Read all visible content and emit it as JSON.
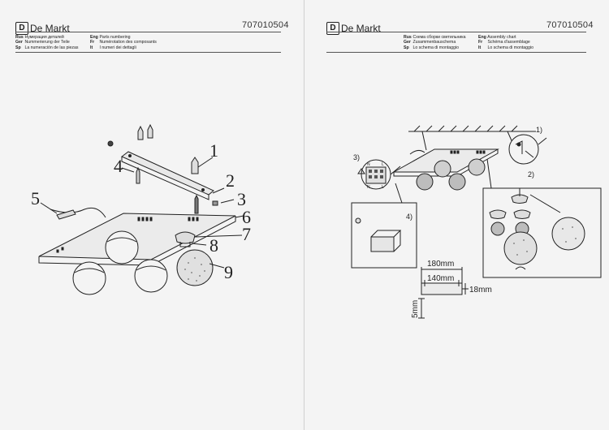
{
  "left": {
    "brand": "De Markt",
    "logo_glyph": "D",
    "code": "707010504",
    "captions": [
      {
        "lang": "Rus",
        "text": "Нумерация деталей"
      },
      {
        "lang": "Eng",
        "text": "Parts numbering"
      },
      {
        "lang": "Ger",
        "text": "Nummerierung der Teile"
      },
      {
        "lang": "Fr",
        "text": "Numérotation des composants"
      },
      {
        "lang": "Sp",
        "text": "La numeración de las piezas"
      },
      {
        "lang": "It",
        "text": "I numeri dei dettagli"
      }
    ],
    "callouts": [
      "1",
      "2",
      "3",
      "4",
      "5",
      "6",
      "7",
      "8",
      "9"
    ]
  },
  "right": {
    "brand": "De Markt",
    "logo_glyph": "D",
    "code": "707010504",
    "captions": [
      {
        "lang": "Rus",
        "text": "Схема сборки светильника"
      },
      {
        "lang": "Eng",
        "text": "Assembly chart"
      },
      {
        "lang": "Ger",
        "text": "Zusammenbauschema"
      },
      {
        "lang": "Fr",
        "text": "Schéma d'assemblage"
      },
      {
        "lang": "Sp",
        "text": "Lo schema di montaggio"
      },
      {
        "lang": "It",
        "text": "Lo schema di montaggio"
      }
    ],
    "steps": [
      "1)",
      "2)",
      "3)",
      "4)"
    ],
    "terminal_labels": [
      "N",
      "L",
      "N",
      "L"
    ],
    "dimensions": {
      "width_outer": "180mm",
      "width_inner": "140mm",
      "depth": "18mm",
      "thickness": "5mm"
    }
  },
  "colors": {
    "paper": "#f4f4f4",
    "ink": "#222222",
    "glass": "#cfcfcf"
  }
}
